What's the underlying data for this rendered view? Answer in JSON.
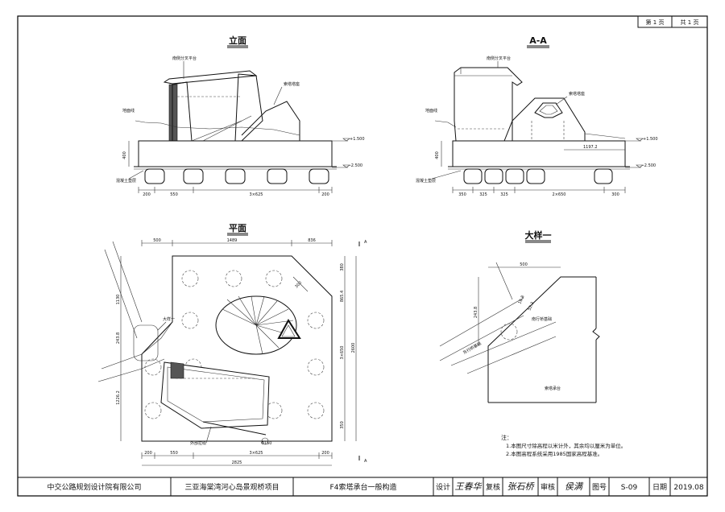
{
  "page_box": {
    "page_no": "第 1 页",
    "page_total": "共 1 页"
  },
  "elevation": {
    "title": "立面",
    "label_platform": "南侧分叉平台",
    "label_cable_base": "索塔塔座",
    "label_ground": "地面线",
    "label_cushion": "混凝土垫层",
    "elev_top": "+1.500",
    "elev_bottom": "-2.500",
    "height_400": "400",
    "dims": [
      "200",
      "550",
      "3×625",
      "200"
    ]
  },
  "section_aa": {
    "title": "A-A",
    "label_platform": "南侧分叉平台",
    "label_cable_base": "索塔塔座",
    "label_ground": "地面线",
    "label_cushion": "混凝土垫层",
    "elev_top": "+1.500",
    "elev_bottom": "-2.500",
    "height_400": "400",
    "inner_dim": "1197.2",
    "dims": [
      "350",
      "325",
      "325",
      "2×650",
      "300"
    ]
  },
  "plan": {
    "title": "平面",
    "section_mark": "A",
    "top_dims": [
      "500",
      "1489",
      "836"
    ],
    "right_dims": [
      "380",
      "865.4",
      "3×650",
      "2600",
      "350"
    ],
    "left_dims": [
      "1130",
      "243.8",
      "1226.2"
    ],
    "chamfer_dim": "300",
    "label_detail": "大样一",
    "label_cable": "外部拉缆",
    "label_pile": "Φ150",
    "bottom_dims": [
      "200",
      "550",
      "3×625",
      "200"
    ],
    "total_width": "2825"
  },
  "detail": {
    "title": "大样一",
    "dim_top": "500",
    "dim_side": "243.8",
    "dim_a": "16.8",
    "dim_b": "52.3",
    "label_platform": "索塔承台",
    "label_road1": "南行桥基础",
    "label_road2": "东行桥基础"
  },
  "notes": {
    "title": "注：",
    "items": [
      "1.本图尺寸除高程以米计外，其余均以厘米为单位。",
      "2.本图高程系统采用1985国家高程基准。"
    ]
  },
  "title_block": {
    "company": "中交公路规划设计院有限公司",
    "project": "三亚海棠湾河心岛景观桥项目",
    "drawing_name": "F4索塔承台一般构造",
    "design_label": "设计",
    "design_sig": "王春华",
    "review_label": "复核",
    "review_sig": "张石桥",
    "audit_label": "审核",
    "audit_sig": "侯满",
    "drawing_no_label": "图号",
    "drawing_no": "S-09",
    "date_label": "日期",
    "date": "2019.08"
  }
}
